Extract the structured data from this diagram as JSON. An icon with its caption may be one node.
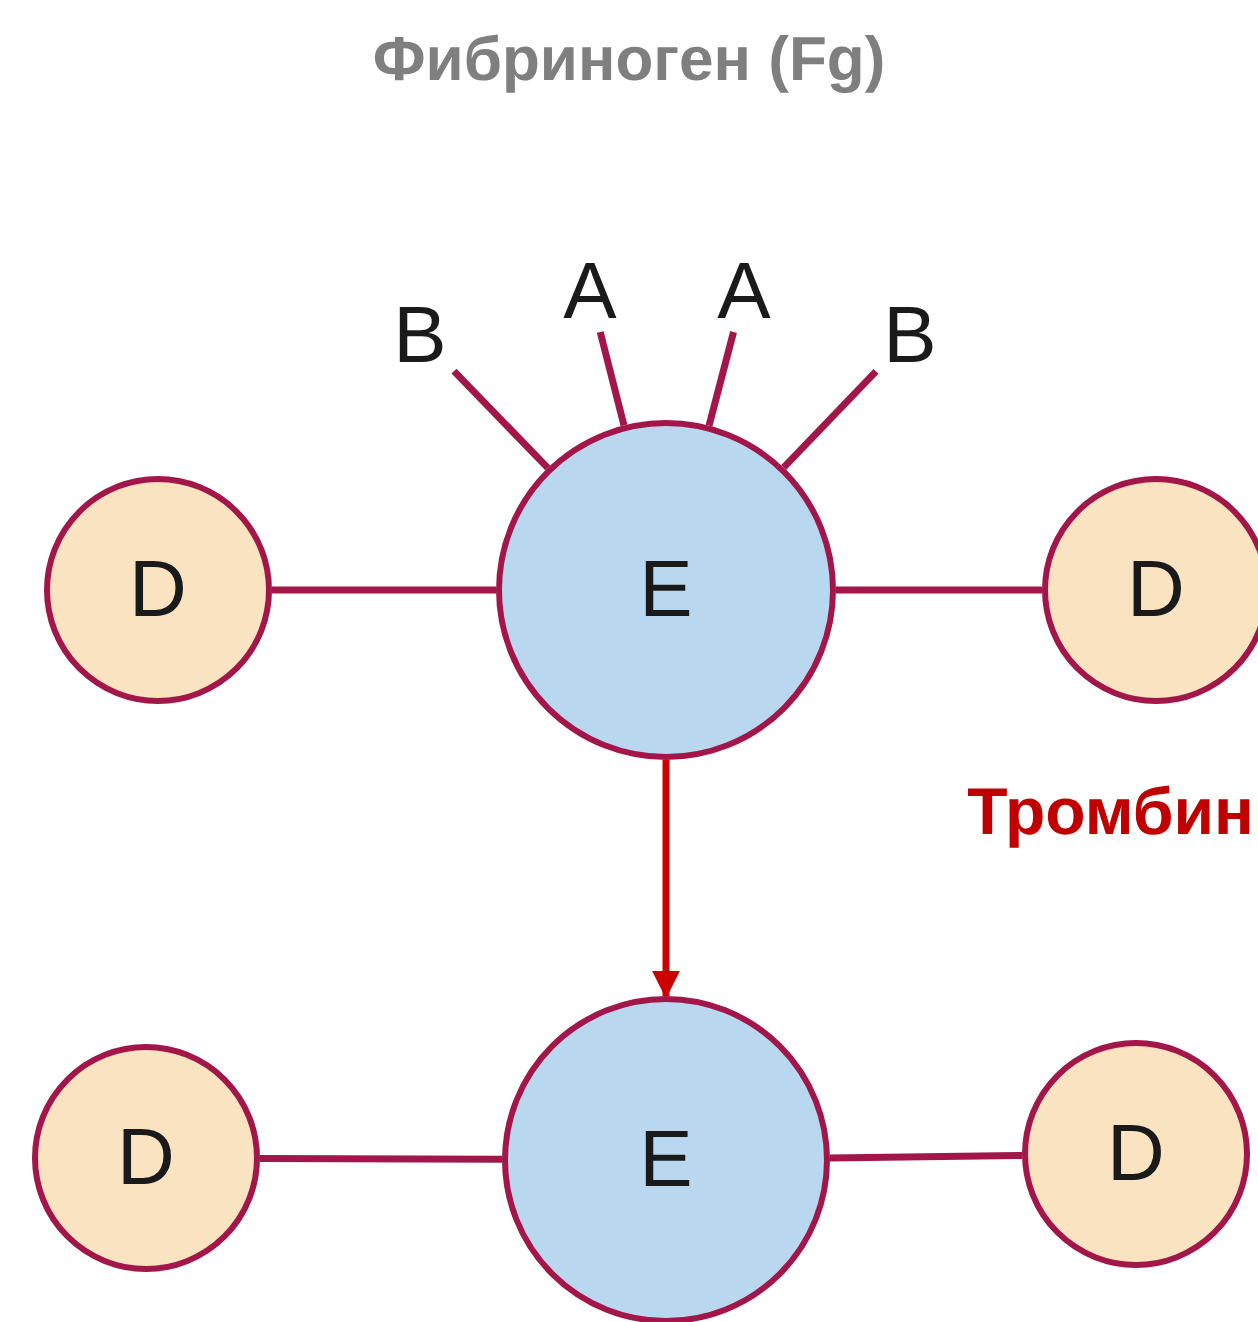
{
  "diagram": {
    "title": "Фибриноген (Fg)",
    "nodes": [
      {
        "text": [
          "B"
        ]
      },
      {
        "text": [
          "A"
        ]
      },
      {
        "text": [
          "A"
        ]
      },
      {
        "text": [
          "B"
        ]
      },
      {
        "text": [
          "D"
        ]
      },
      {
        "text": [
          "E"
        ]
      },
      {
        "text": [
          "D"
        ]
      },
      {
        "text": [
          "D"
        ]
      },
      {
        "text": [
          "E"
        ]
      },
      {
        "text": [
          "D"
        ]
      }
    ],
    "edges": [
      {
        "from": 5,
        "to": 0,
        "arrow": "none"
      },
      {
        "from": 5,
        "to": 1,
        "arrow": "none"
      },
      {
        "from": 5,
        "to": 2,
        "arrow": "none"
      },
      {
        "from": 5,
        "to": 3,
        "arrow": "none"
      },
      {
        "from": 4,
        "to": 5,
        "arrow": "none"
      },
      {
        "from": 5,
        "to": 6,
        "arrow": "none"
      },
      {
        "from": 5,
        "to": 8,
        "arrow": "to",
        "color": "#cc0000"
      },
      {
        "from": 7,
        "to": 8,
        "arrow": "none"
      },
      {
        "from": 8,
        "to": 9,
        "arrow": "none"
      }
    ],
    "labels": [
      "Тромбин"
    ]
  }
}
